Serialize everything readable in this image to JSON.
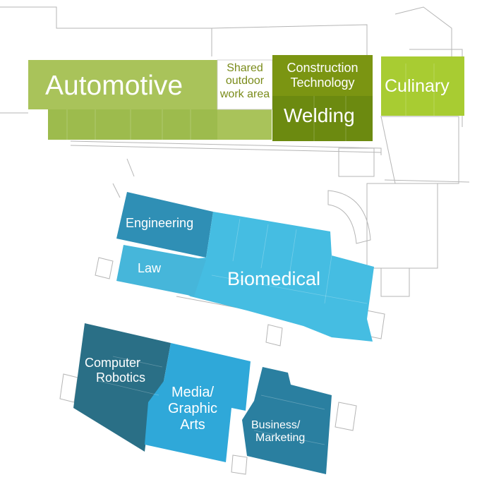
{
  "colors": {
    "automotive": "#a9c35a",
    "automotive_dark": "#94b04a",
    "construction": "#7b9512",
    "welding": "#6c8a10",
    "culinary": "#a8cc32",
    "engineering": "#2f8fb5",
    "law": "#46b6da",
    "biomedical": "#45bde2",
    "computer_robotics": "#2a6f86",
    "media_graphic_arts": "#2fa8d9",
    "business_marketing": "#2a7fa0",
    "outline": "#9a9a9a",
    "shared_text": "#7a8b1a"
  },
  "zones": [
    {
      "id": "automotive",
      "label": "Automotive"
    },
    {
      "id": "shared",
      "label_lines": [
        "Shared",
        "outdoor",
        "work area"
      ]
    },
    {
      "id": "construction",
      "label_lines": [
        "Construction",
        "Technology"
      ]
    },
    {
      "id": "welding",
      "label": "Welding"
    },
    {
      "id": "culinary",
      "label": "Culinary"
    },
    {
      "id": "engineering",
      "label": "Engineering"
    },
    {
      "id": "law",
      "label": "Law"
    },
    {
      "id": "biomedical",
      "label": "Biomedical"
    },
    {
      "id": "computer_robotics",
      "label_lines": [
        "Computer",
        "Robotics"
      ]
    },
    {
      "id": "media_graphic_arts",
      "label_lines": [
        "Media/",
        "Graphic",
        "Arts"
      ]
    },
    {
      "id": "business_marketing",
      "label_lines": [
        "Business/",
        "Marketing"
      ]
    }
  ]
}
